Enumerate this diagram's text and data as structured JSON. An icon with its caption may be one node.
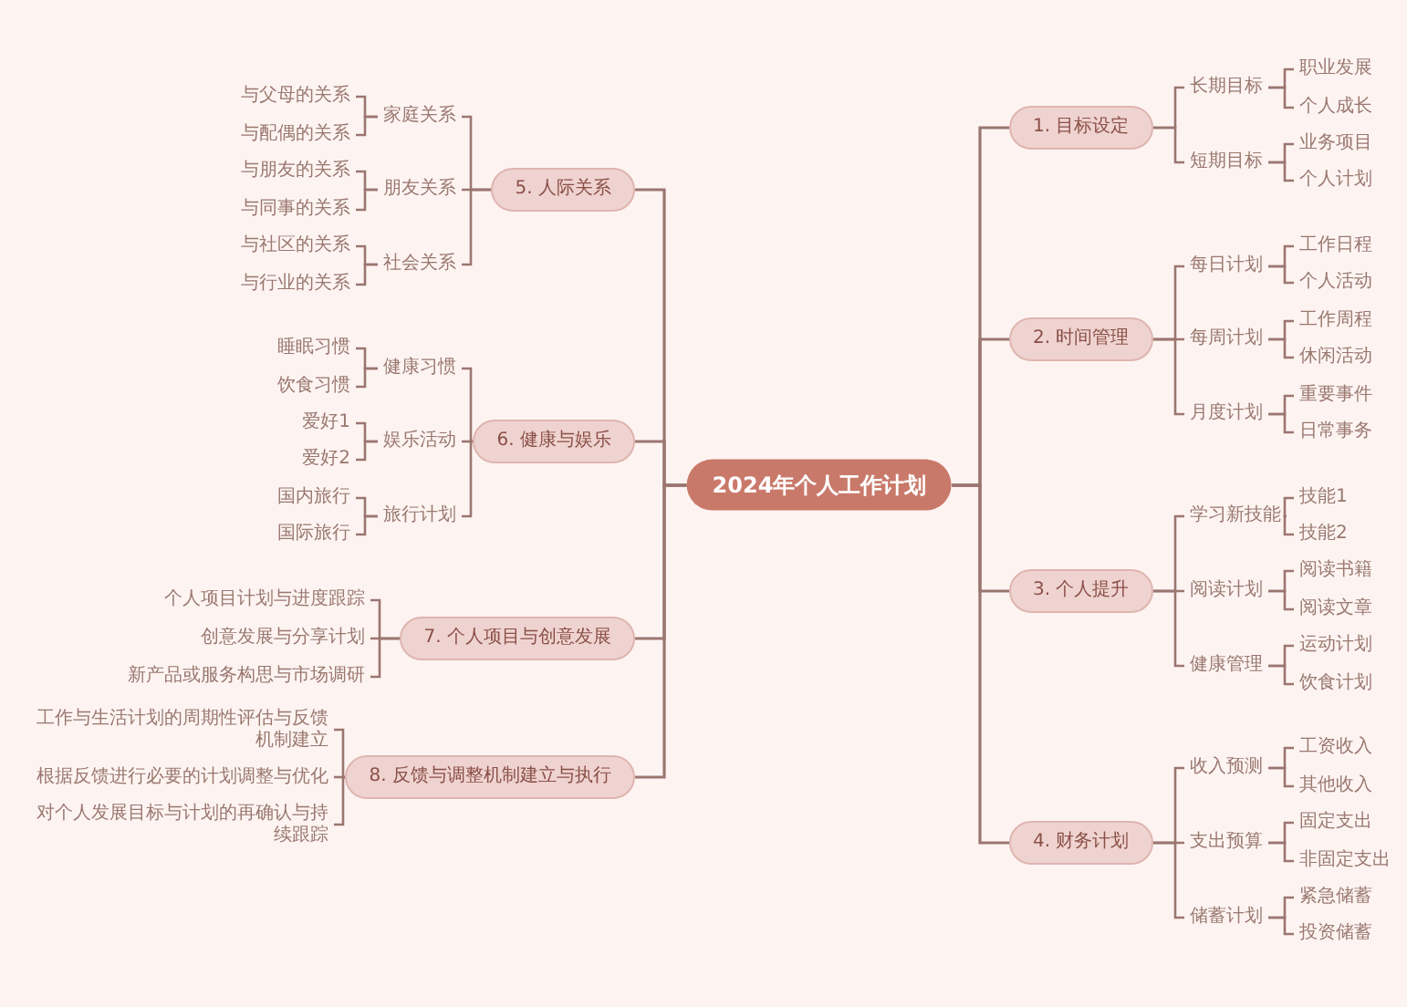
{
  "diagram": {
    "nodes": [
      {
        "text": [
          "2024年个人工作计划"
        ]
      },
      {
        "text": [
          "1. 目标设定"
        ]
      },
      {
        "text": [
          "长期目标"
        ]
      },
      {
        "text": [
          "职业发展"
        ]
      },
      {
        "text": [
          "个人成长"
        ]
      },
      {
        "text": [
          "短期目标"
        ]
      },
      {
        "text": [
          "业务项目"
        ]
      },
      {
        "text": [
          "个人计划"
        ]
      },
      {
        "text": [
          "2. 时间管理"
        ]
      },
      {
        "text": [
          "每日计划"
        ]
      },
      {
        "text": [
          "工作日程"
        ]
      },
      {
        "text": [
          "个人活动"
        ]
      },
      {
        "text": [
          "每周计划"
        ]
      },
      {
        "text": [
          "工作周程"
        ]
      },
      {
        "text": [
          "休闲活动"
        ]
      },
      {
        "text": [
          "月度计划"
        ]
      },
      {
        "text": [
          "重要事件"
        ]
      },
      {
        "text": [
          "日常事务"
        ]
      },
      {
        "text": [
          "3. 个人提升"
        ]
      },
      {
        "text": [
          "学习新技能"
        ]
      },
      {
        "text": [
          "技能1"
        ]
      },
      {
        "text": [
          "技能2"
        ]
      },
      {
        "text": [
          "阅读计划"
        ]
      },
      {
        "text": [
          "阅读书籍"
        ]
      },
      {
        "text": [
          "阅读文章"
        ]
      },
      {
        "text": [
          "健康管理"
        ]
      },
      {
        "text": [
          "运动计划"
        ]
      },
      {
        "text": [
          "饮食计划"
        ]
      },
      {
        "text": [
          "4. 财务计划"
        ]
      },
      {
        "text": [
          "收入预测"
        ]
      },
      {
        "text": [
          "工资收入"
        ]
      },
      {
        "text": [
          "其他收入"
        ]
      },
      {
        "text": [
          "支出预算"
        ]
      },
      {
        "text": [
          "固定支出"
        ]
      },
      {
        "text": [
          "非固定支出"
        ]
      },
      {
        "text": [
          "储蓄计划"
        ]
      },
      {
        "text": [
          "紧急储蓄"
        ]
      },
      {
        "text": [
          "投资储蓄"
        ]
      },
      {
        "text": [
          "5. 人际关系"
        ]
      },
      {
        "text": [
          "家庭关系"
        ]
      },
      {
        "text": [
          "与父母的关系"
        ]
      },
      {
        "text": [
          "与配偶的关系"
        ]
      },
      {
        "text": [
          "朋友关系"
        ]
      },
      {
        "text": [
          "与朋友的关系"
        ]
      },
      {
        "text": [
          "与同事的关系"
        ]
      },
      {
        "text": [
          "社会关系"
        ]
      },
      {
        "text": [
          "与社区的关系"
        ]
      },
      {
        "text": [
          "与行业的关系"
        ]
      },
      {
        "text": [
          "6. 健康与娱乐"
        ]
      },
      {
        "text": [
          "健康习惯"
        ]
      },
      {
        "text": [
          "睡眠习惯"
        ]
      },
      {
        "text": [
          "饮食习惯"
        ]
      },
      {
        "text": [
          "娱乐活动"
        ]
      },
      {
        "text": [
          "爱好1"
        ]
      },
      {
        "text": [
          "爱好2"
        ]
      },
      {
        "text": [
          "旅行计划"
        ]
      },
      {
        "text": [
          "国内旅行"
        ]
      },
      {
        "text": [
          "国际旅行"
        ]
      },
      {
        "text": [
          "7. 个人项目与创意发展"
        ]
      },
      {
        "text": [
          "个人项目计划与进度跟踪"
        ]
      },
      {
        "text": [
          "创意发展与分享计划"
        ]
      },
      {
        "text": [
          "新产品或服务构思与市场调研"
        ]
      },
      {
        "text": [
          "8. 反馈与调整机制建立与执行"
        ]
      },
      {
        "text": [
          "工作与生活计划的周期性评估与反馈机制建立"
        ]
      },
      {
        "text": [
          "根据反馈进行必要的计划调整与优化"
        ]
      },
      {
        "text": [
          "对个人发展目标与计划的再确认与持续跟踪"
        ]
      }
    ],
    "edges": [
      {
        "from": 0,
        "to": 1,
        "arrow": "none"
      },
      {
        "from": 1,
        "to": 2,
        "arrow": "none"
      },
      {
        "from": 2,
        "to": 3,
        "arrow": "none"
      },
      {
        "from": 2,
        "to": 4,
        "arrow": "none"
      },
      {
        "from": 1,
        "to": 5,
        "arrow": "none"
      },
      {
        "from": 5,
        "to": 6,
        "arrow": "none"
      },
      {
        "from": 5,
        "to": 7,
        "arrow": "none"
      },
      {
        "from": 0,
        "to": 8,
        "arrow": "none"
      },
      {
        "from": 8,
        "to": 9,
        "arrow": "none"
      },
      {
        "from": 9,
        "to": 10,
        "arrow": "none"
      },
      {
        "from": 9,
        "to": 11,
        "arrow": "none"
      },
      {
        "from": 8,
        "to": 12,
        "arrow": "none"
      },
      {
        "from": 12,
        "to": 13,
        "arrow": "none"
      },
      {
        "from": 12,
        "to": 14,
        "arrow": "none"
      },
      {
        "from": 8,
        "to": 15,
        "arrow": "none"
      },
      {
        "from": 15,
        "to": 16,
        "arrow": "none"
      },
      {
        "from": 15,
        "to": 17,
        "arrow": "none"
      },
      {
        "from": 0,
        "to": 18,
        "arrow": "none"
      },
      {
        "from": 18,
        "to": 19,
        "arrow": "none"
      },
      {
        "from": 19,
        "to": 20,
        "arrow": "none"
      },
      {
        "from": 19,
        "to": 21,
        "arrow": "none"
      },
      {
        "from": 18,
        "to": 22,
        "arrow": "none"
      },
      {
        "from": 22,
        "to": 23,
        "arrow": "none"
      },
      {
        "from": 22,
        "to": 24,
        "arrow": "none"
      },
      {
        "from": 18,
        "to": 25,
        "arrow": "none"
      },
      {
        "from": 25,
        "to": 26,
        "arrow": "none"
      },
      {
        "from": 25,
        "to": 27,
        "arrow": "none"
      },
      {
        "from": 0,
        "to": 28,
        "arrow": "none"
      },
      {
        "from": 28,
        "to": 29,
        "arrow": "none"
      },
      {
        "from": 29,
        "to": 30,
        "arrow": "none"
      },
      {
        "from": 29,
        "to": 31,
        "arrow": "none"
      },
      {
        "from": 28,
        "to": 32,
        "arrow": "none"
      },
      {
        "from": 32,
        "to": 33,
        "arrow": "none"
      },
      {
        "from": 32,
        "to": 34,
        "arrow": "none"
      },
      {
        "from": 28,
        "to": 35,
        "arrow": "none"
      },
      {
        "from": 35,
        "to": 36,
        "arrow": "none"
      },
      {
        "from": 35,
        "to": 37,
        "arrow": "none"
      },
      {
        "from": 0,
        "to": 38,
        "arrow": "none"
      },
      {
        "from": 38,
        "to": 39,
        "arrow": "none"
      },
      {
        "from": 39,
        "to": 40,
        "arrow": "none"
      },
      {
        "from": 39,
        "to": 41,
        "arrow": "none"
      },
      {
        "from": 38,
        "to": 42,
        "arrow": "none"
      },
      {
        "from": 42,
        "to": 43,
        "arrow": "none"
      },
      {
        "from": 42,
        "to": 44,
        "arrow": "none"
      },
      {
        "from": 38,
        "to": 45,
        "arrow": "none"
      },
      {
        "from": 45,
        "to": 46,
        "arrow": "none"
      },
      {
        "from": 45,
        "to": 47,
        "arrow": "none"
      },
      {
        "from": 0,
        "to": 48,
        "arrow": "none"
      },
      {
        "from": 48,
        "to": 49,
        "arrow": "none"
      },
      {
        "from": 49,
        "to": 50,
        "arrow": "none"
      },
      {
        "from": 49,
        "to": 51,
        "arrow": "none"
      },
      {
        "from": 48,
        "to": 52,
        "arrow": "none"
      },
      {
        "from": 52,
        "to": 53,
        "arrow": "none"
      },
      {
        "from": 52,
        "to": 54,
        "arrow": "none"
      },
      {
        "from": 48,
        "to": 55,
        "arrow": "none"
      },
      {
        "from": 55,
        "to": 56,
        "arrow": "none"
      },
      {
        "from": 55,
        "to": 57,
        "arrow": "none"
      },
      {
        "from": 0,
        "to": 58,
        "arrow": "none"
      },
      {
        "from": 58,
        "to": 59,
        "arrow": "none"
      },
      {
        "from": 58,
        "to": 60,
        "arrow": "none"
      },
      {
        "from": 58,
        "to": 61,
        "arrow": "none"
      },
      {
        "from": 0,
        "to": 62,
        "arrow": "none"
      },
      {
        "from": 62,
        "to": 63,
        "arrow": "none"
      },
      {
        "from": 62,
        "to": 64,
        "arrow": "none"
      },
      {
        "from": 62,
        "to": 65,
        "arrow": "none"
      }
    ]
  }
}
